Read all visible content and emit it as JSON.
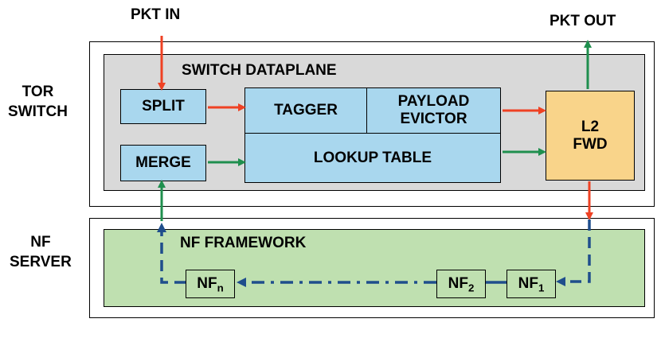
{
  "labels": {
    "pkt_in": "PKT IN",
    "pkt_out": "PKT OUT",
    "tor_switch_line1": "TOR",
    "tor_switch_line2": "SWITCH",
    "nf_server_line1": "NF",
    "nf_server_line2": "SERVER",
    "switch_dataplane": "SWITCH DATAPLANE",
    "nf_framework": "NF FRAMEWORK"
  },
  "blocks": {
    "split": "SPLIT",
    "merge": "MERGE",
    "tagger": "TAGGER",
    "payload_evictor_line1": "PAYLOAD",
    "payload_evictor_line2": "EVICTOR",
    "lookup_table": "LOOKUP TABLE",
    "l2_fwd_line1": "L2",
    "l2_fwd_line2": "FWD"
  },
  "nf_boxes": {
    "nf_n": {
      "base": "NF",
      "sub": "n"
    },
    "nf_2": {
      "base": "NF",
      "sub": "2"
    },
    "nf_1": {
      "base": "NF",
      "sub": "1"
    }
  },
  "colors": {
    "dataplane_fill": "#d9d9d9",
    "block_fill": "#a9d7ee",
    "l2fwd_fill": "#f9d48a",
    "nf_framework_fill": "#bfe0b0",
    "red_arrow": "#ef4123",
    "green_arrow": "#1f8f4e",
    "blue_path": "#1f4e8c"
  }
}
